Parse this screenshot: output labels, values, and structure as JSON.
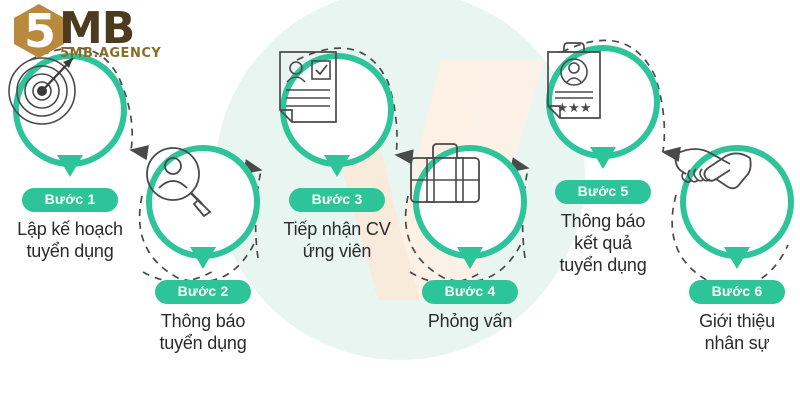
{
  "logo": {
    "mark_text": "5",
    "name": "MB",
    "tagline": "5MB.AGENCY",
    "hex_color": "#b98a3e",
    "name_color": "#4c3b1e",
    "tagline_color": "#8a6a24"
  },
  "theme": {
    "accent": "#2ec49a",
    "accent_dark": "#22b189",
    "text": "#2b2b2b",
    "icon_stroke": "#555555",
    "connector": "#4a4a4a",
    "watermark_teal": "#e6f4f0",
    "watermark_beige": "#fbe9d8",
    "background": "#ffffff"
  },
  "diagram": {
    "type": "process-flow",
    "orientation": "zigzag-horizontal",
    "step_count": 6,
    "connector_style": "dashed-arc-arrow"
  },
  "steps": [
    {
      "number": 1,
      "badge": "Bước 1",
      "icon": "target-arrow-icon",
      "caption_lines": [
        "Lập kế hoạch",
        "tuyển dụng"
      ]
    },
    {
      "number": 2,
      "badge": "Bước 2",
      "icon": "person-magnifier-icon",
      "caption_lines": [
        "Thông báo",
        "tuyển dụng"
      ]
    },
    {
      "number": 3,
      "badge": "Bước 3",
      "icon": "cv-document-icon",
      "caption_lines": [
        "Tiếp nhận CV",
        "ứng viên"
      ]
    },
    {
      "number": 4,
      "badge": "Bước 4",
      "icon": "briefcase-icon",
      "caption_lines": [
        "Phỏng vấn",
        ""
      ]
    },
    {
      "number": 5,
      "badge": "Bước 5",
      "icon": "clipboard-profile-stars-icon",
      "caption_lines": [
        "Thông báo",
        "kết quả",
        "tuyển dụng"
      ]
    },
    {
      "number": 6,
      "badge": "Bước 6",
      "icon": "handshake-icon",
      "caption_lines": [
        "Giới thiệu",
        "nhân sự"
      ]
    }
  ]
}
